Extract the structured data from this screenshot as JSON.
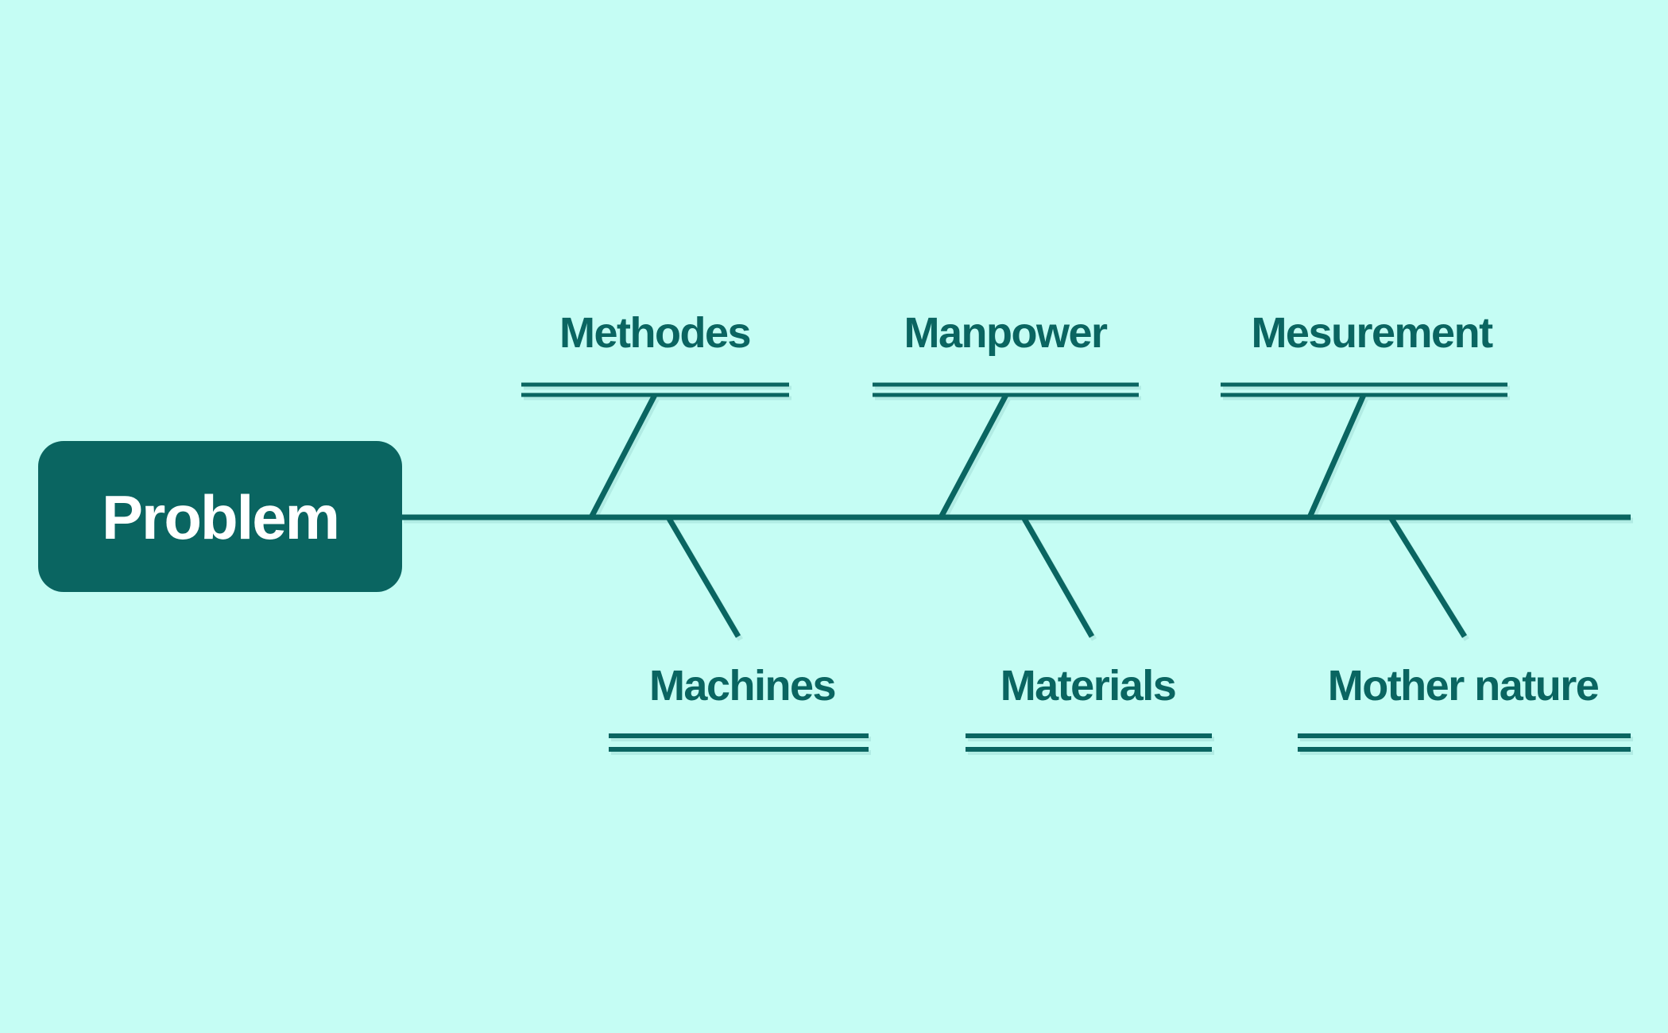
{
  "diagram": {
    "type": "fishbone",
    "problem": {
      "label": "Problem"
    },
    "top_branches": [
      {
        "label": "Methodes"
      },
      {
        "label": "Manpower"
      },
      {
        "label": "Mesurement"
      }
    ],
    "bottom_branches": [
      {
        "label": "Machines"
      },
      {
        "label": "Materials"
      },
      {
        "label": "Mother nature"
      }
    ]
  },
  "colors": {
    "background": "#c5fdf4",
    "accent": "#0a6561",
    "problem_text": "#ffffff"
  }
}
